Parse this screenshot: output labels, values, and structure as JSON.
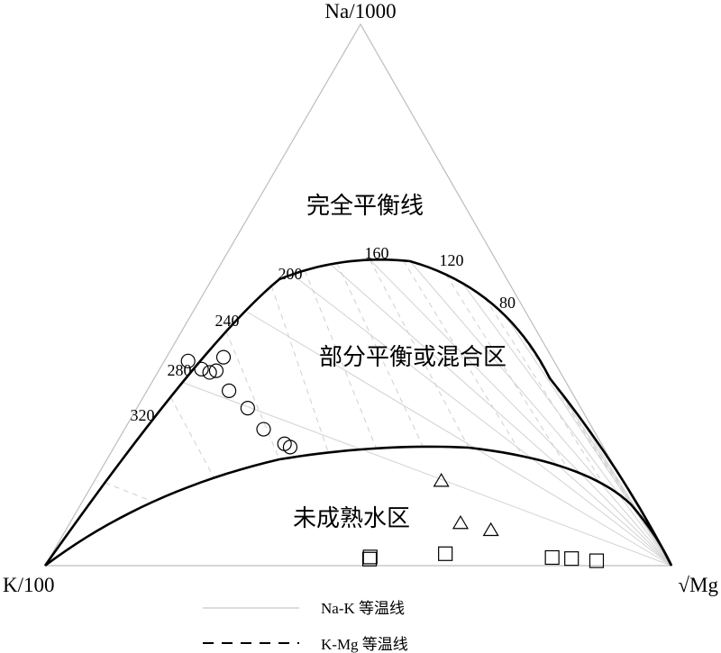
{
  "chart_data": {
    "type": "scatter",
    "diagram": "ternary",
    "vertex_labels": {
      "top": "Na/1000",
      "left": "K/100",
      "right": "√Mg"
    },
    "region_labels": {
      "full_equilibrium": "完全平衡线",
      "partial_equilibrium": "部分平衡或混合区",
      "immature": "未成熟水区"
    },
    "isotherm_labels": [
      "80",
      "120",
      "160",
      "200",
      "240",
      "280",
      "320"
    ],
    "legend": {
      "nak": "Na-K 等温线",
      "kmg": "K-Mg 等温线"
    },
    "axis_scale": "ternary fractions (Na/1000, K/100, √Mg), normalized to 100%",
    "series": [
      {
        "marker": "circle",
        "points": [
          {
            "na": 37.8,
            "k": 58.4,
            "mg": 3.8
          },
          {
            "na": 36.3,
            "k": 57.0,
            "mg": 6.7
          },
          {
            "na": 35.7,
            "k": 56.0,
            "mg": 8.3
          },
          {
            "na": 36.0,
            "k": 54.8,
            "mg": 9.2
          },
          {
            "na": 38.5,
            "k": 52.4,
            "mg": 9.1
          },
          {
            "na": 32.3,
            "k": 54.6,
            "mg": 13.1
          },
          {
            "na": 29.1,
            "k": 53.2,
            "mg": 17.7
          },
          {
            "na": 25.2,
            "k": 52.6,
            "mg": 22.2
          },
          {
            "na": 22.5,
            "k": 50.6,
            "mg": 26.9
          },
          {
            "na": 21.9,
            "k": 50.0,
            "mg": 28.1
          }
        ]
      },
      {
        "marker": "triangle",
        "points": [
          {
            "na": 15.6,
            "k": 29.0,
            "mg": 55.4
          },
          {
            "na": 7.8,
            "k": 29.8,
            "mg": 62.4
          },
          {
            "na": 6.5,
            "k": 25.6,
            "mg": 67.9
          }
        ]
      },
      {
        "marker": "square",
        "points": [
          {
            "na": 1.2,
            "k": 47.6,
            "mg": 51.2
          },
          {
            "na": 1.6,
            "k": 47.3,
            "mg": 51.1
          },
          {
            "na": 2.2,
            "k": 35.0,
            "mg": 62.8
          },
          {
            "na": 1.5,
            "k": 18.3,
            "mg": 80.2
          },
          {
            "na": 1.3,
            "k": 15.3,
            "mg": 83.4
          },
          {
            "na": 0.9,
            "k": 11.5,
            "mg": 87.6
          }
        ]
      }
    ]
  }
}
